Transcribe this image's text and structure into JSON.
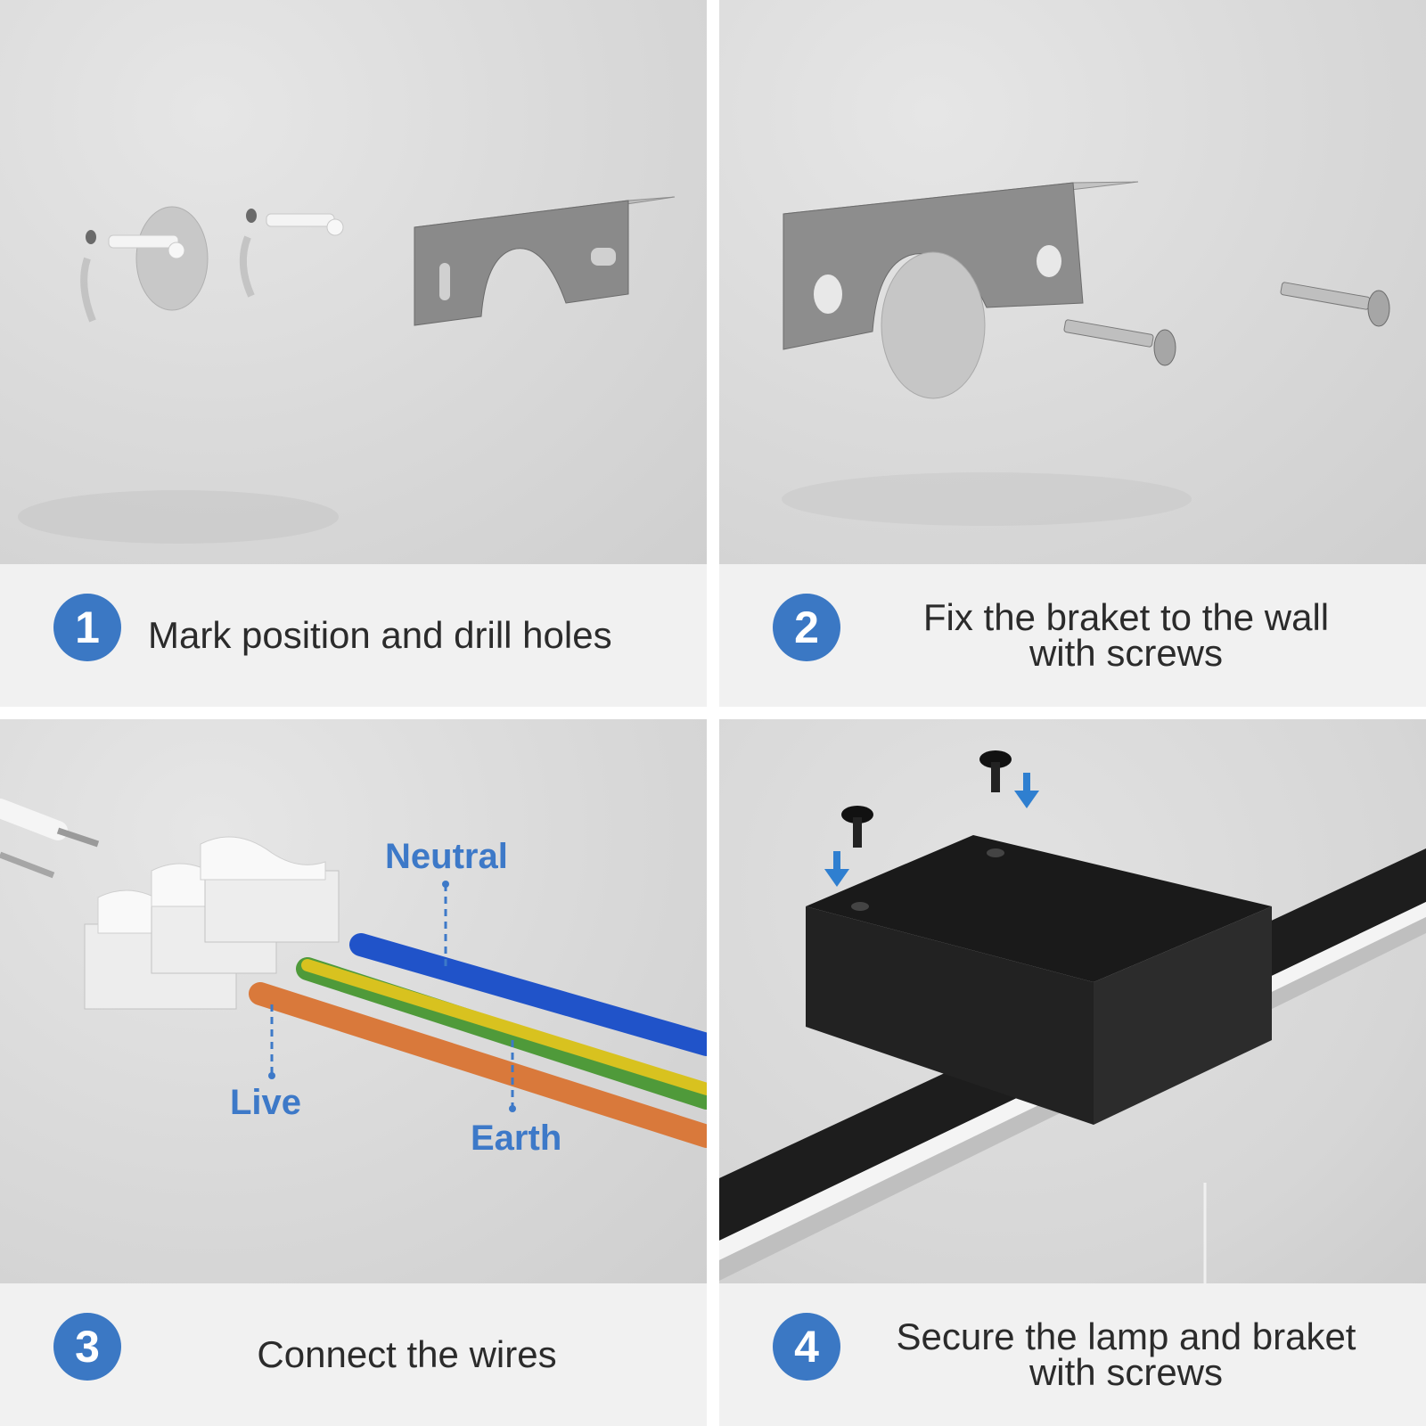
{
  "steps": [
    {
      "number": "1",
      "lines": [
        "Mark position and drill holes"
      ]
    },
    {
      "number": "2",
      "lines": [
        "Fix the braket to the wall",
        "with screws"
      ]
    },
    {
      "number": "3",
      "lines": [
        "Connect the wires"
      ]
    },
    {
      "number": "4",
      "lines": [
        "Secure the lamp and braket",
        "with screws"
      ]
    }
  ],
  "wire_labels": {
    "neutral": "Neutral",
    "live": "Live",
    "earth": "Earth"
  },
  "colors": {
    "badge": "#3b78c4",
    "label_blue": "#3d79c8",
    "wire_neutral": "#2053c9",
    "wire_earth_yellow": "#d8c21f",
    "wire_earth_green": "#4f9a3a",
    "wire_live": "#d9793b",
    "lamp_black": "#1d1d1d"
  }
}
